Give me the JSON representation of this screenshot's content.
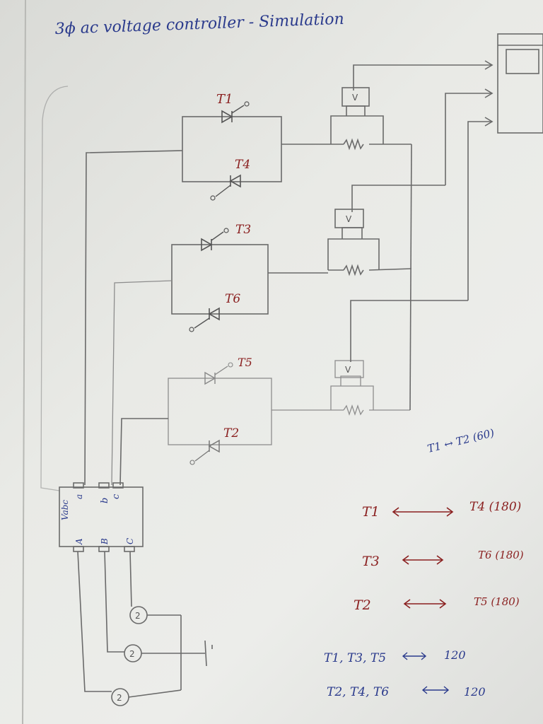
{
  "title": "3ϕ ac voltage controller - Simulation",
  "thyristors": {
    "t1": "T1",
    "t4": "T4",
    "t3": "T3",
    "t6": "T6",
    "t5": "T5",
    "t2": "T2"
  },
  "voltmeter_symbol": "V",
  "source_block": {
    "side_label": "Vabc",
    "top_terminals": [
      "a",
      "b",
      "c"
    ],
    "bottom_terminals": [
      "A",
      "B",
      "C"
    ]
  },
  "sources": [
    "2",
    "2",
    "2"
  ],
  "note_blue": "T1 ↔ T2 (60)",
  "pairs": [
    {
      "left": "T1",
      "right": "T4 (180)"
    },
    {
      "left": "T3",
      "right": "T6 (180)"
    },
    {
      "left": "T2",
      "right": "T5 (180)"
    }
  ],
  "groups": [
    {
      "left": "T1, T3, T5",
      "right": "120"
    },
    {
      "left": "T2, T4, T6",
      "right": "120"
    }
  ]
}
